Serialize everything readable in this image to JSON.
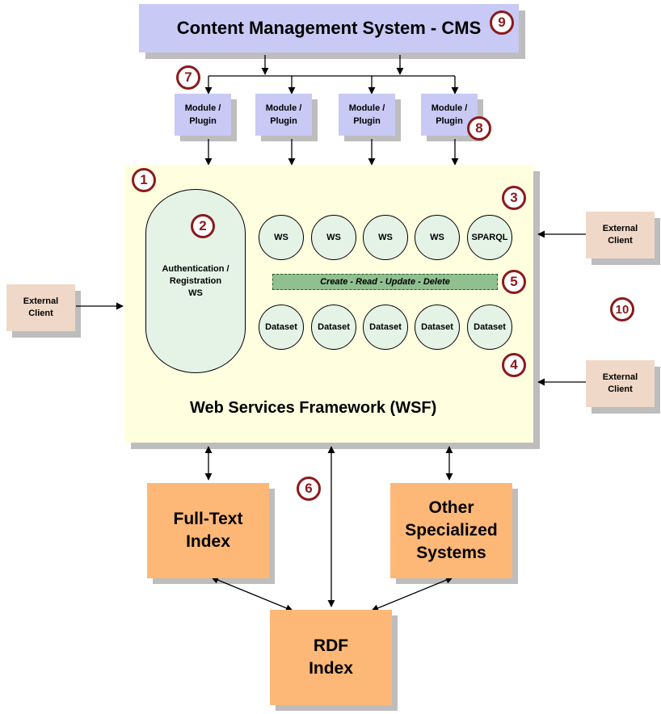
{
  "cms": {
    "label": "Content Management System - CMS"
  },
  "modules": [
    {
      "label": "Module /\nPlugin"
    },
    {
      "label": "Module /\nPlugin"
    },
    {
      "label": "Module /\nPlugin"
    },
    {
      "label": "Module /\nPlugin"
    }
  ],
  "wsf": {
    "title": "Web Services Framework (WSF)",
    "auth_label": "Authentication /\nRegistration\nWS",
    "services": [
      "WS",
      "WS",
      "WS",
      "WS",
      "SPARQL"
    ],
    "crud_label": "Create - Read - Update - Delete",
    "datasets": [
      "Dataset",
      "Dataset",
      "Dataset",
      "Dataset",
      "Dataset"
    ]
  },
  "clients": [
    {
      "label": "External\nClient"
    },
    {
      "label": "External\nClient"
    },
    {
      "label": "External\nClient"
    }
  ],
  "stores": {
    "fulltext": "Full-Text\nIndex",
    "other": "Other\nSpecialized\nSystems",
    "rdf": "RDF\nIndex"
  },
  "callouts": [
    "1",
    "2",
    "3",
    "4",
    "5",
    "6",
    "7",
    "8",
    "9",
    "10"
  ],
  "colors": {
    "cms": "#c9c9f5",
    "wsf": "#ffffe0",
    "node": "#e4f3e6",
    "crud": "#90c090",
    "client": "#f0d8c8",
    "store": "#fdb878",
    "callout": "#8b1a1a"
  }
}
